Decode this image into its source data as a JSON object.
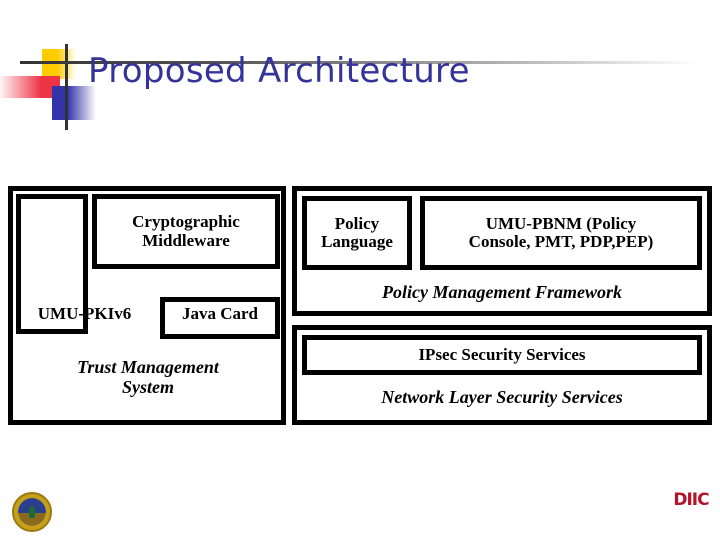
{
  "slide": {
    "title": "Proposed Architecture",
    "title_color": "#333399",
    "background": "#ffffff"
  },
  "diagram": {
    "type": "layered-architecture",
    "left_panel": {
      "name": "Trust Management System",
      "caption": "Trust Management System",
      "boxes": [
        {
          "id": "cryptographic-middleware",
          "label": "Cryptographic Middleware"
        },
        {
          "id": "umu-pkiv6",
          "label": "UMU-PKIv6"
        },
        {
          "id": "java-card",
          "label": "Java Card"
        }
      ]
    },
    "right_panel_top": {
      "name": "Policy Management Framework",
      "caption": "Policy Management Framework",
      "boxes": [
        {
          "id": "policy-language",
          "label": "Policy Language"
        },
        {
          "id": "umu-pbnm",
          "label": "UMU-PBNM (Policy Console, PMT, PDP,PEP)"
        }
      ]
    },
    "right_panel_bottom": {
      "name": "Network Layer Security Services",
      "caption": "Network Layer Security Services",
      "boxes": [
        {
          "id": "ipsec-security-services",
          "label": "IPsec Security Services"
        }
      ]
    }
  },
  "labels": {
    "crypto_line1": "Cryptographic",
    "crypto_line2": "Middleware",
    "pki": "UMU-PKIv6",
    "javacard": "Java Card",
    "tms_line1": "Trust Management",
    "tms_line2": "System",
    "pollang_line1": "Policy",
    "pollang_line2": "Language",
    "pbnm_line1": "UMU-PBNM (Policy",
    "pbnm_line2": "Console, PMT, PDP,PEP)",
    "pmf": "Policy Management Framework",
    "ipsec": "IPsec Security Services",
    "nlss": "Network Layer Security Services"
  },
  "logos": {
    "seal": {
      "name": "university-seal",
      "accent": "#c8a015"
    },
    "diic": {
      "name": "diic-logo",
      "mark": "DIIC",
      "color": "#b5122b",
      "subtext": ""
    }
  }
}
